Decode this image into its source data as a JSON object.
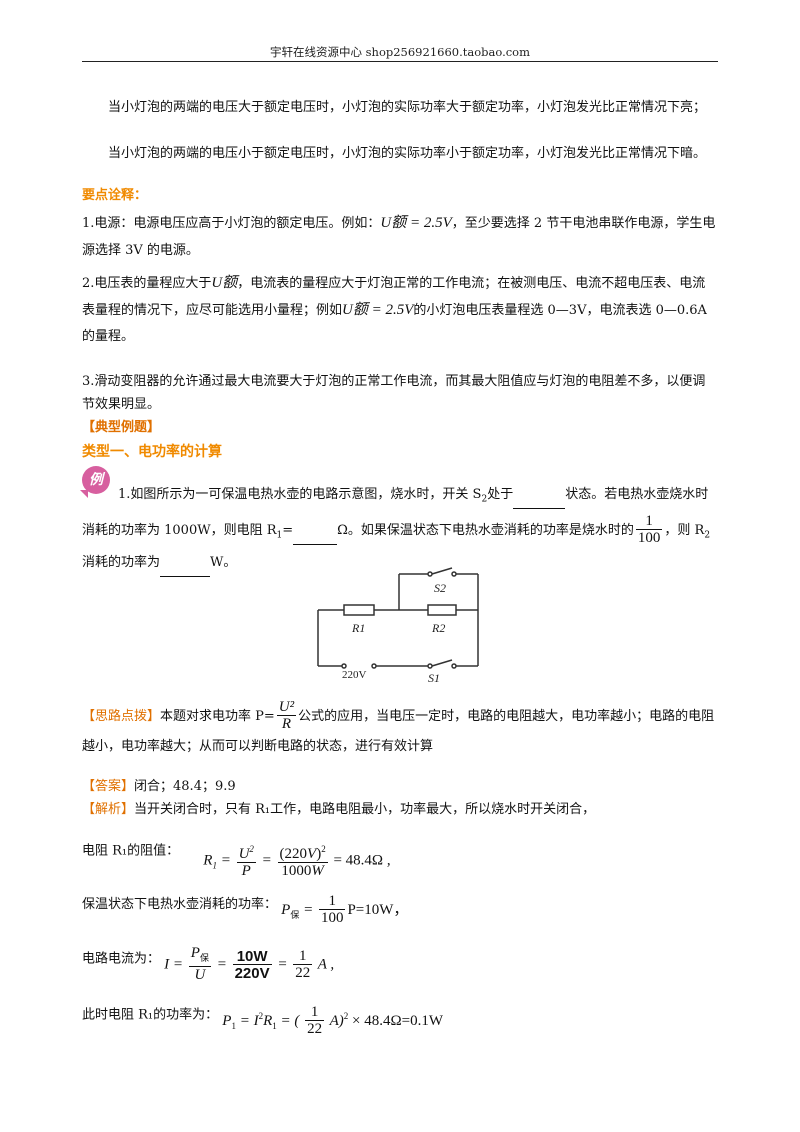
{
  "header": {
    "text": "宇轩在线资源中心   shop256921660.taobao.com"
  },
  "intro": {
    "p1": "当小灯泡的两端的电压大于额定电压时，小灯泡的实际功率大于额定功率，小灯泡发光比正常情况下亮；",
    "p2": "当小灯泡的两端的电压小于额定电压时，小灯泡的实际功率小于额定功率，小灯泡发光比正常情况下暗。"
  },
  "key_points": {
    "title": "要点诠释：",
    "item1_a": "1.电源：电源电压应高于小灯泡的额定电压。例如：",
    "item1_formula": "U额 = 2.5V",
    "item1_b": "，至少要选择 2 节干电池串联作电源，学生电源选择 3V 的电源。",
    "item2_a": "2.电压表的量程应大于",
    "item2_u": "U额",
    "item2_b": "，电流表的量程应大于灯泡正常的工作电流；在被测电压、电流不超电压表、电流表量程的情况下，应尽可能选用小量程；例如",
    "item2_formula": "U额 = 2.5V",
    "item2_c": "的小灯泡电压表量程选 0—3V，电流表选 0—0.6A 的量程。",
    "item3": "3.滑动变阻器的允许通过最大电流要大于灯泡的正常工作电流，而其最大阻值应与灯泡的电阻差不多，以便调节效果明显。"
  },
  "examples_title": "【典型例题】",
  "type1_title": "类型一、电功率的计算",
  "badge": "例",
  "question": {
    "a": "1.如图所示为一可保温电热水壶的电路示意图，烧水时，开关 S",
    "b": "处于",
    "c": "状态。若电热水壶烧水时消耗的功率为 1000W，则电阻 R",
    "d": "=",
    "e": "Ω。如果保温状态下电热水壶消耗的功率是烧水时的",
    "frac_num": "1",
    "frac_den": "100",
    "f": "，则 R",
    "g": "消耗的功率为",
    "h": "W。"
  },
  "circuit": {
    "r1": "R1",
    "r2": "R2",
    "s1": "S1",
    "s2": "S2",
    "v": "220V"
  },
  "hint": {
    "label": "【思路点拨】",
    "a": "本题对求电功率 P=",
    "num": "U²",
    "den": "R",
    "b": "公式的应用，当电压一定时，电路的电阻越大，电功率越小；电路的电阻越小，电功率越大；从而可以判断电路的状态，进行有效计算"
  },
  "answer": {
    "label": "【答案】",
    "text": "闭合；48.4；9.9"
  },
  "analysis": {
    "label": "【解析】",
    "text": "当开关闭合时，只有 R₁工作，电路电阻最小，功率最大，所以烧水时开关闭合，",
    "r1_label": "电阻 R₁的阻值：",
    "keep_label": "保温状态下电热水壶消耗的功率：",
    "keep_result": "P=10W，",
    "current_label": "电路电流为：",
    "p1_label": "此时电阻 R₁的功率为："
  }
}
